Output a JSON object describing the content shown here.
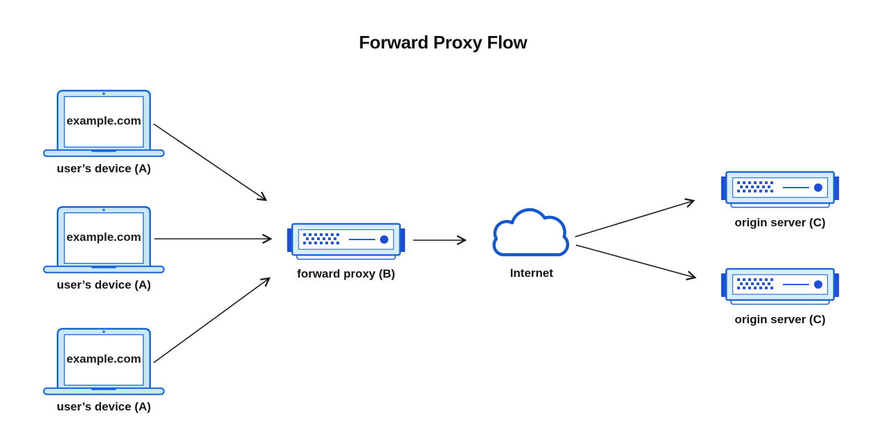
{
  "title": "Forward Proxy Flow",
  "nodes": {
    "devices": [
      {
        "screen_text": "example.com",
        "label": "user’s device (A)"
      },
      {
        "screen_text": "example.com",
        "label": "user’s device (A)"
      },
      {
        "screen_text": "example.com",
        "label": "user’s device (A)"
      }
    ],
    "proxy": {
      "label": "forward proxy (B)"
    },
    "internet": {
      "label": "Internet"
    },
    "origins": [
      {
        "label": "origin server (C)"
      },
      {
        "label": "origin server (C)"
      }
    ]
  },
  "edges": [
    {
      "from": "user’s device (A) 1",
      "to": "forward proxy (B)"
    },
    {
      "from": "user’s device (A) 2",
      "to": "forward proxy (B)"
    },
    {
      "from": "user’s device (A) 3",
      "to": "forward proxy (B)"
    },
    {
      "from": "forward proxy (B)",
      "to": "Internet"
    },
    {
      "from": "Internet",
      "to": "origin server (C) 1"
    },
    {
      "from": "Internet",
      "to": "origin server (C) 2"
    }
  ],
  "icons": {
    "device": "laptop-icon",
    "proxy": "server-icon",
    "internet": "cloud-icon",
    "origin": "server-icon",
    "connector": "arrow-icon"
  },
  "colors": {
    "outline_blue": "#1565d8",
    "deep_blue": "#1d4ed8",
    "dot_blue": "#2257d8",
    "cloud_blue": "#1258cf",
    "laptop_fill": "#cbe8f8",
    "server_fill": "#daeef9",
    "panel_border": "#2f6fdf",
    "arrow": "#1a1a1a",
    "text": "#131313",
    "background": "#ffffff"
  }
}
